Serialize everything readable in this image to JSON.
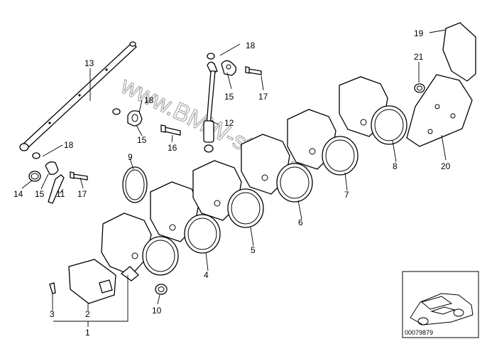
{
  "callouts": [
    {
      "id": "c13",
      "text": "13"
    },
    {
      "id": "c18a",
      "text": "18"
    },
    {
      "id": "c15a",
      "text": "15"
    },
    {
      "id": "c17a",
      "text": "17"
    },
    {
      "id": "c18b",
      "text": "18"
    },
    {
      "id": "c12",
      "text": "12"
    },
    {
      "id": "c15b",
      "text": "15"
    },
    {
      "id": "c16",
      "text": "16"
    },
    {
      "id": "c18c",
      "text": "18"
    },
    {
      "id": "c9",
      "text": "9"
    },
    {
      "id": "c14",
      "text": "14"
    },
    {
      "id": "c15c",
      "text": "15"
    },
    {
      "id": "c11",
      "text": "11"
    },
    {
      "id": "c17b",
      "text": "17"
    },
    {
      "id": "c19",
      "text": "19"
    },
    {
      "id": "c21",
      "text": "21"
    },
    {
      "id": "c20",
      "text": "20"
    },
    {
      "id": "c8",
      "text": "8"
    },
    {
      "id": "c7",
      "text": "7"
    },
    {
      "id": "c6",
      "text": "6"
    },
    {
      "id": "c5",
      "text": "5"
    },
    {
      "id": "c4",
      "text": "4"
    },
    {
      "id": "c10",
      "text": "10"
    },
    {
      "id": "c3",
      "text": "3"
    },
    {
      "id": "c2",
      "text": "2"
    },
    {
      "id": "c1",
      "text": "1"
    }
  ],
  "watermark": "www.BMW-store.pl",
  "catalog_number": "00079879",
  "thumbnail_icon": "car-icon"
}
